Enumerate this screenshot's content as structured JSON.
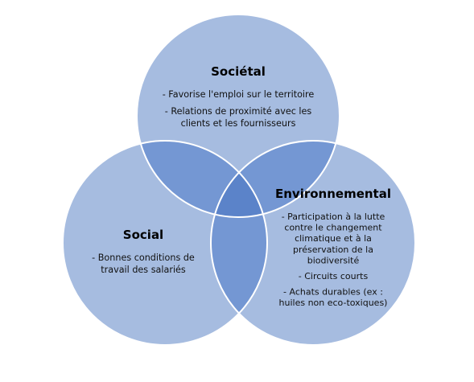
{
  "diagram": {
    "type": "venn",
    "colors": {
      "fill": "#a6bce0",
      "stroke": "#ffffff",
      "overlap_pair": "#7497d3",
      "overlap_center": "#5b83c9"
    },
    "circles": [
      {
        "id": "societal",
        "title": "Sociétal",
        "items": [
          [
            "- Favorise l'emploi sur le territoire"
          ],
          [
            "- Relations de proximité avec les",
            "clients et les fournisseurs"
          ]
        ]
      },
      {
        "id": "social",
        "title": "Social",
        "items": [
          [
            "- Bonnes conditions de",
            "travail des salariés"
          ]
        ]
      },
      {
        "id": "environmental",
        "title": "Environnemental",
        "items": [
          [
            "- Participation à la lutte",
            "contre le changement",
            "climatique et à la",
            "préservation de la",
            "biodiversité"
          ],
          [
            "- Circuits courts"
          ],
          [
            "- Achats durables (ex :",
            "huiles non eco-toxiques)"
          ]
        ]
      }
    ]
  }
}
